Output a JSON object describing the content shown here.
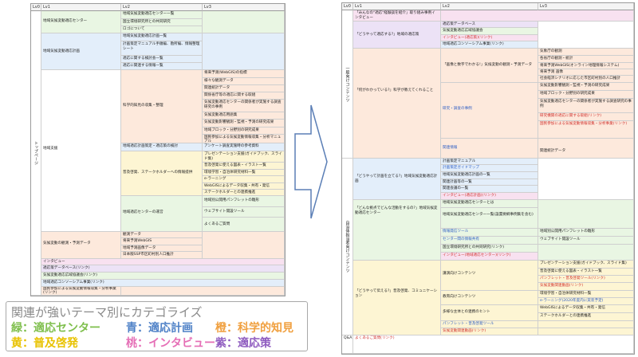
{
  "left_table": {
    "headers": [
      "Lv0",
      "Lv1",
      "Lv2",
      "Lv3"
    ],
    "lv0": "トップページ",
    "rows": [
      {
        "lv1": "地域気候変動適応センター",
        "items": [
          "地域気候変動適応センター一覧",
          "国立環境研究所との共同研究",
          "ロゴについて"
        ]
      },
      {
        "lv1": "地域気候変動適応計画",
        "items": [
          "地域気候変動適応計画一覧",
          "計画策定マニュアル手順編、勘所編、情報整理シート",
          "適応に関する検討会一覧",
          "適応に関連する情報一覧"
        ]
      },
      {
        "lv1": "地域支援",
        "sci_lv2": "科学的知見の収集・整理",
        "sci_lv3": [
          "将来予測(WebGIS)の指標",
          "様々な観測データ",
          "関連統計データ",
          "関係省庁等の適応に関する取組",
          "気候変動適応センターの関係者が実施する調査研究の事例",
          "気候変動適応用語集",
          "気候変動影響観測・監視・予測の研究成果",
          "地域ブロック・分野別の研究成果",
          "国民参加による気候変動情報収集・分析マニュアル"
        ],
        "center_lv2": "地域適応計画策定・適応策の検討",
        "center_lv3": "アンケート調査実施時の参考資料",
        "pr_lv2": "普及啓発、ステークホルダーへの情報提供",
        "pr_lv3": [
          "プレゼンテーション支援(ガイドブック、スライド集)",
          "普及啓発に使える図表・イラスト一覧",
          "環境学習・自治体研究材料一覧",
          "e-ラーニング",
          "WebGISによるデータ収集・共有・発信",
          "ステークホルダーとの連携推進"
        ],
        "ops_lv2": "地域適応センターの運営",
        "ops_lv3": [
          "地域別公開用パンフレットの雛形",
          "ウェブサイト開設ツール",
          "よくあるご質問"
        ]
      },
      {
        "lv1": "気候変動の観測・予測データ",
        "items": [
          "観測データ",
          "将来予測WebGIS",
          "地域予測画像データ",
          "日本版SSP市区町村別人口推計"
        ]
      },
      {
        "lv1": "インタビュー",
        "items": []
      },
      {
        "lv1": "適応策データベース(リンク)",
        "items": []
      },
      {
        "lv1": "気候変動適応広域協議会(リンク)",
        "items": []
      },
      {
        "lv1": "地域適応コンソーシアム事業(リンク)",
        "items": []
      },
      {
        "lv1": "国民参加による気候変動情報収集・分析事業(リンク)",
        "items": []
      }
    ]
  },
  "right_table": {
    "headers": [
      "Lv0",
      "Lv1",
      "Lv2",
      "Lv3"
    ],
    "intro": "「みんなの\"適応\"経験談を紹介」取り組み事例インタビュー",
    "general_lv0": "一般向けコンテンツ",
    "general": {
      "q1": "「どうやって適応する?」地域の適応策",
      "q1_items": [
        "適応策データベース",
        "気候変動適応広域協議会",
        "インタビュー(適応策)(リンク)",
        "地域適応コンソーシアム事業(リンク)"
      ],
      "q2": "「何がわかっている?」科学が教えてくれること",
      "q2a": "「画像と数字でわかる!」気候変動の観測・予測データ",
      "q2a_items": [
        "気象庁の観測",
        "各省庁の観測・統計",
        "将来予測WebGIS(オンライン地理情報システム)",
        "将来予測 画像",
        "社会経済シナリオに応じた市区町村別の人口推計"
      ],
      "q2b": "研究・調査の事例",
      "q2b_items": [
        "気候変動影響観測・監視・予測の研究成果",
        "地域ブロック・分野別の研究成果",
        "気候変動適応センターの関係者が実施する調査研究の事例",
        "研究機関の適応に関する取組(リンク)",
        "国民参加による気候変動情報収集・分析事業(リンク)"
      ],
      "q2c": "関連情報",
      "q2c_items": [
        "関連統計データ"
      ]
    },
    "local_lv0": "自治体担当者向けコンテンツ",
    "local": {
      "q3": "「どうやって計画を立てる?」地域気候変動適応計画",
      "q3_items": [
        "計画策定マニュアル",
        "計画策定ガイドマップ",
        "地域気候変動適応計画の一覧",
        "関連計画等の一覧",
        "関連会議の一覧",
        "インタビュー(適応計画)(リンク)"
      ],
      "q4": "「どんな拠点でどんな活動をするの?」地域気候変動適応センター",
      "q4_items": [
        "地域気候変動適応センターとは",
        "地域気候変動適応センター一覧(設置要綱事例集を含む)",
        "情報発信ツール",
        "センター間の情報共有",
        "国立環境研究所との共同研究(リンク)",
        "インタビュー(地域適応センター)(リンク)"
      ],
      "q4_lv3": [
        "地域別公開用パンフレットの雛形",
        "ウェブサイト開設ツール"
      ],
      "q5": "「どうやって伝える?」普及啓発、コミュニケーション",
      "q5a": "講演向けコンテンツ",
      "q5a_items": [
        "プレゼンテーション支援(ガイドブック、スライド集)",
        "普及啓発に使える図表・イラスト一覧",
        "パンフレット・普及啓発ツール(リンク)",
        "気候変動関連動画(リンク)"
      ],
      "q5b": "教育向けコンテンツ",
      "q5b_items": [
        "環境学習・自治体研究材料一覧",
        "e-ラーニング(2020年度内に実装予定)"
      ],
      "q5c": "多様な主体との連携のヒント",
      "q5c_items": [
        "WebGISによるデータ収集・共有・発信",
        "ステークホルダーとの連携推進"
      ],
      "q5d": "パンフレット・普及啓発ツール",
      "q5e": "気候変動関連動画(リンク)"
    },
    "qa_lv0": "Q&A",
    "qa": "よくあるご質問(リンク)"
  },
  "legend": {
    "title": "関連が強いテーマ別にカテゴライズ",
    "items": [
      {
        "label": "緑：適応センター",
        "color": "#7fbf4d"
      },
      {
        "label": "青：適応計画",
        "color": "#4f81c7"
      },
      {
        "label": "橙：科学的知見",
        "color": "#f0a040"
      },
      {
        "label": "黄：普及啓発",
        "color": "#e8c200"
      },
      {
        "label": "桃：インタビュー",
        "color": "#e56fb6"
      },
      {
        "label": "紫：適応策",
        "color": "#8e5bbf"
      }
    ]
  }
}
